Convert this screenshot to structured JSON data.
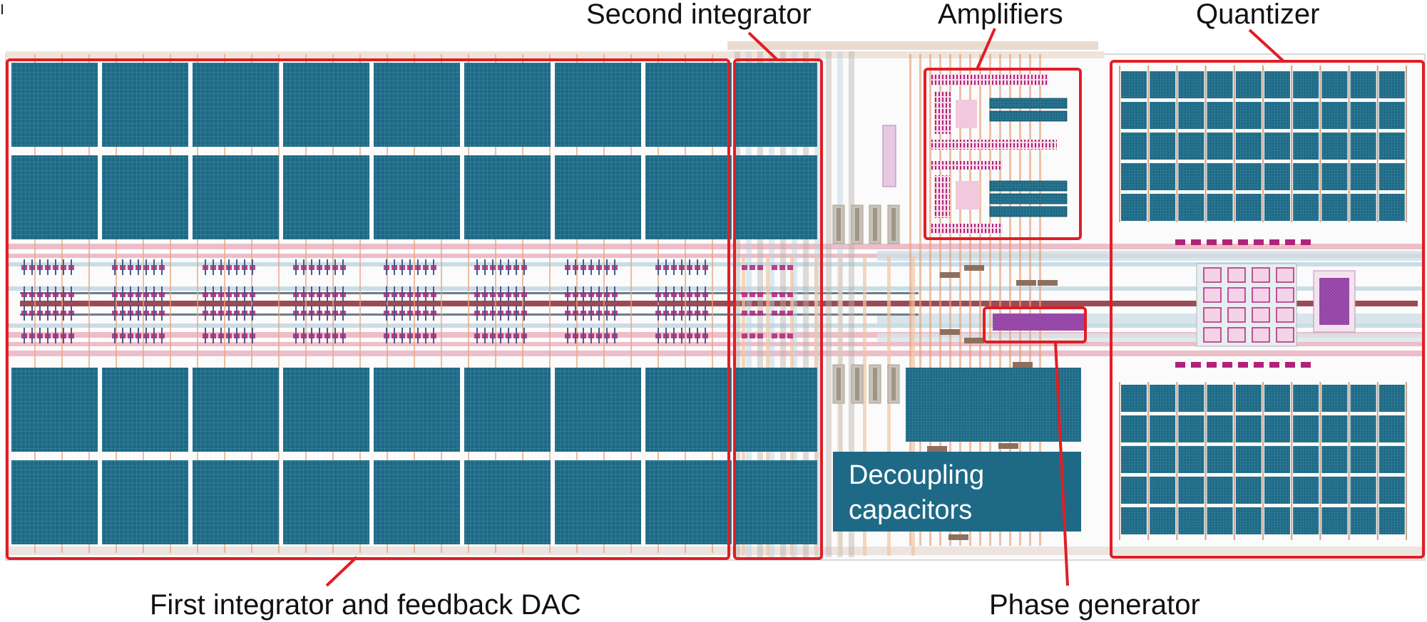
{
  "labels": {
    "second_integrator": "Second integrator",
    "amplifiers": "Amplifiers",
    "quantizer": "Quantizer",
    "first_integrator": "First integrator and feedback DAC",
    "phase_generator": "Phase generator",
    "decoupling_line1": "Decoupling",
    "decoupling_line2": "capacitors"
  },
  "colors": {
    "highlight": "#e01e25",
    "capacitor": "#1e6a86",
    "capacitor_grid": "#3f8aa6",
    "routing_orange": "#e8a27a",
    "routing_pink": "#e7aab8",
    "routing_blue": "#b9d3df",
    "routing_grey": "#b8b2aa",
    "circuit_magenta": "#b0237a",
    "circuit_purple": "#7a2a8c",
    "power_rail": "#9b4b55",
    "text": "#111111",
    "background": "#ffffff"
  }
}
